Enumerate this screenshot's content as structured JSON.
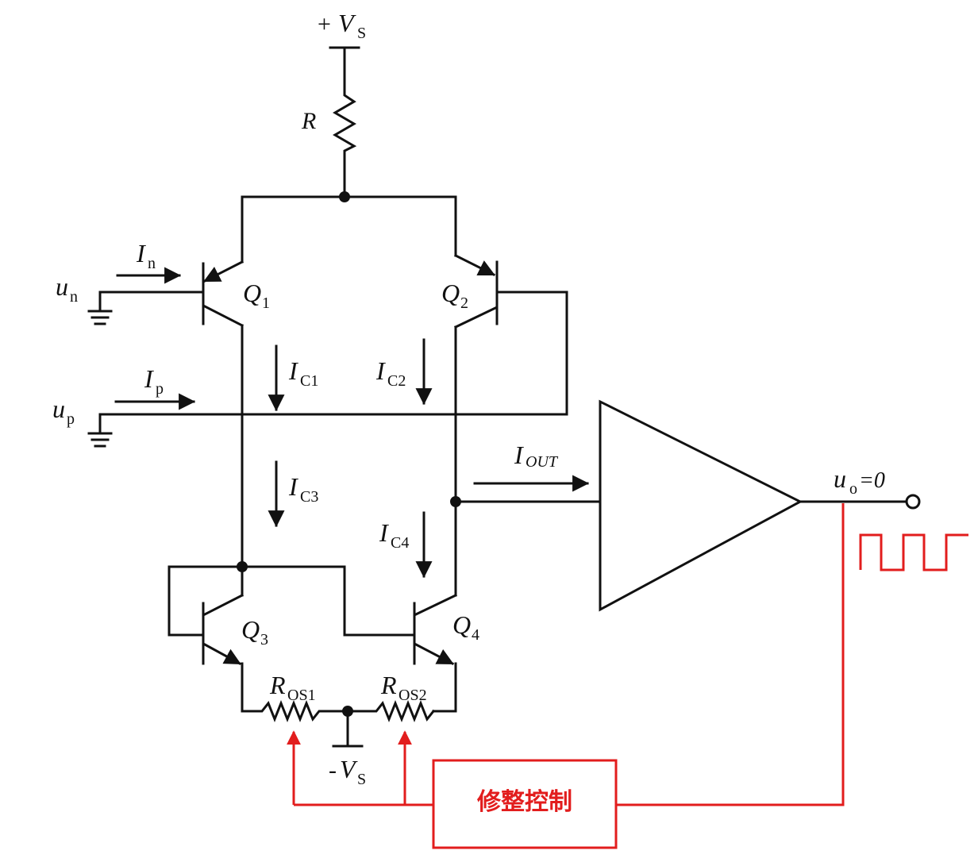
{
  "colors": {
    "wire": "#111111",
    "control": "#e21d1d"
  },
  "labels": {
    "vs_pos_sign": "+",
    "vs_pos_main": "V",
    "vs_pos_sub": "S",
    "vs_neg_sign": "-",
    "vs_neg_main": "V",
    "vs_neg_sub": "S",
    "r": "R",
    "q1_main": "Q",
    "q1_sub": "1",
    "q2_main": "Q",
    "q2_sub": "2",
    "q3_main": "Q",
    "q3_sub": "3",
    "q4_main": "Q",
    "q4_sub": "4",
    "in_main": "I",
    "in_sub": "n",
    "ip_main": "I",
    "ip_sub": "p",
    "un_main": "u",
    "un_sub": "n",
    "up_main": "u",
    "up_sub": "p",
    "ic1_main": "I",
    "ic1_sub": "C1",
    "ic2_main": "I",
    "ic2_sub": "C2",
    "ic3_main": "I",
    "ic3_sub": "C3",
    "ic4_main": "I",
    "ic4_sub": "C4",
    "iout_main": "I",
    "iout_sub": "OUT",
    "uo_main": "u",
    "uo_sub": "o",
    "uo_eq": "=0",
    "ros1_main": "R",
    "ros1_sub": "OS1",
    "ros2_main": "R",
    "ros2_sub": "OS2",
    "trim_control": "修整控制"
  }
}
